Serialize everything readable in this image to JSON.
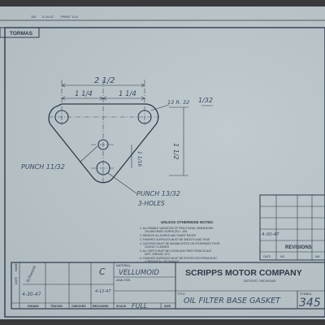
{
  "header": {
    "strip_left": "TORMAS",
    "strip_top_a": "119",
    "strip_top_b": "S-19-47",
    "strip_top_c": "PRINT 11-6"
  },
  "dimensions": {
    "overall_width": "2 1/2",
    "left_half": "1 1/4",
    "right_half": "1 1/4",
    "corner_radius": "13 R. 32",
    "thickness": "1/32",
    "height": "1 1/2",
    "center_offset": "1 1/16",
    "punch_small": "PUNCH 11/32",
    "punch_large": "PUNCH 13/32",
    "punch_large_qty": "3-HOLES"
  },
  "notes": {
    "heading": "UNLESS OTHERWISE NOTED:",
    "items": [
      "1. ALLOWABLE VARIATION OF FRACTIONAL DIMENSIONS",
      "ON MACHINED SURFACES ± .005",
      "2. REMOVE ALL BURRS AND SHARP EDGES",
      "3. FINISHED SURFACES MUST BE SMOOTH AND TRUE",
      "4. CASTINGS MUST BE SANDBLASTED OR OTHERWISE THOR-",
      "OUGHLY CLEANED",
      "5. ALL PARTS MUST BE CLEAN AND FREE FROM SCALE,",
      "DIRT, GREASE, ETC.",
      "6. FINISHED SURFACES MUST BE PROTECTED FROM RUST,",
      "CORROSION, OR DAMAGE"
    ]
  },
  "revisions": {
    "date_entry": "4-30-47",
    "title": "REVISIONS",
    "col_date": "DATE",
    "col_no": "NO.",
    "col_wa": "WA"
  },
  "title_block": {
    "drawn_sig": "Schwenk",
    "drawn_date": "4-30-47",
    "checked_mark": "C",
    "released_date": "4-12-47",
    "label_date": "DATE",
    "label_name": "NAME",
    "label_drawn": "DRAWN",
    "label_traced": "TRACED",
    "label_checked": "CHECKED",
    "label_released": "RELEASED",
    "label_scale": "SCALE",
    "scale_value": "FULL",
    "label_size": "SIZE",
    "label_material": "MATERIAL",
    "material_value": "VELLUMOID",
    "label_analysis": "ANALYSIS",
    "label_title": "TITLE",
    "title_value": "OIL FILTER BASE GASKET",
    "label_symbol": "SYMBOL",
    "symbol_value": "345",
    "company": "SCRIPPS MOTOR COMPANY",
    "company_city": "DETROIT, MICHIGAN"
  },
  "colors": {
    "paper": "#b9c5ca",
    "ink_line": "#2f3a4c",
    "ink_pencil": "#3b4860",
    "background": "#3a3a3c"
  }
}
